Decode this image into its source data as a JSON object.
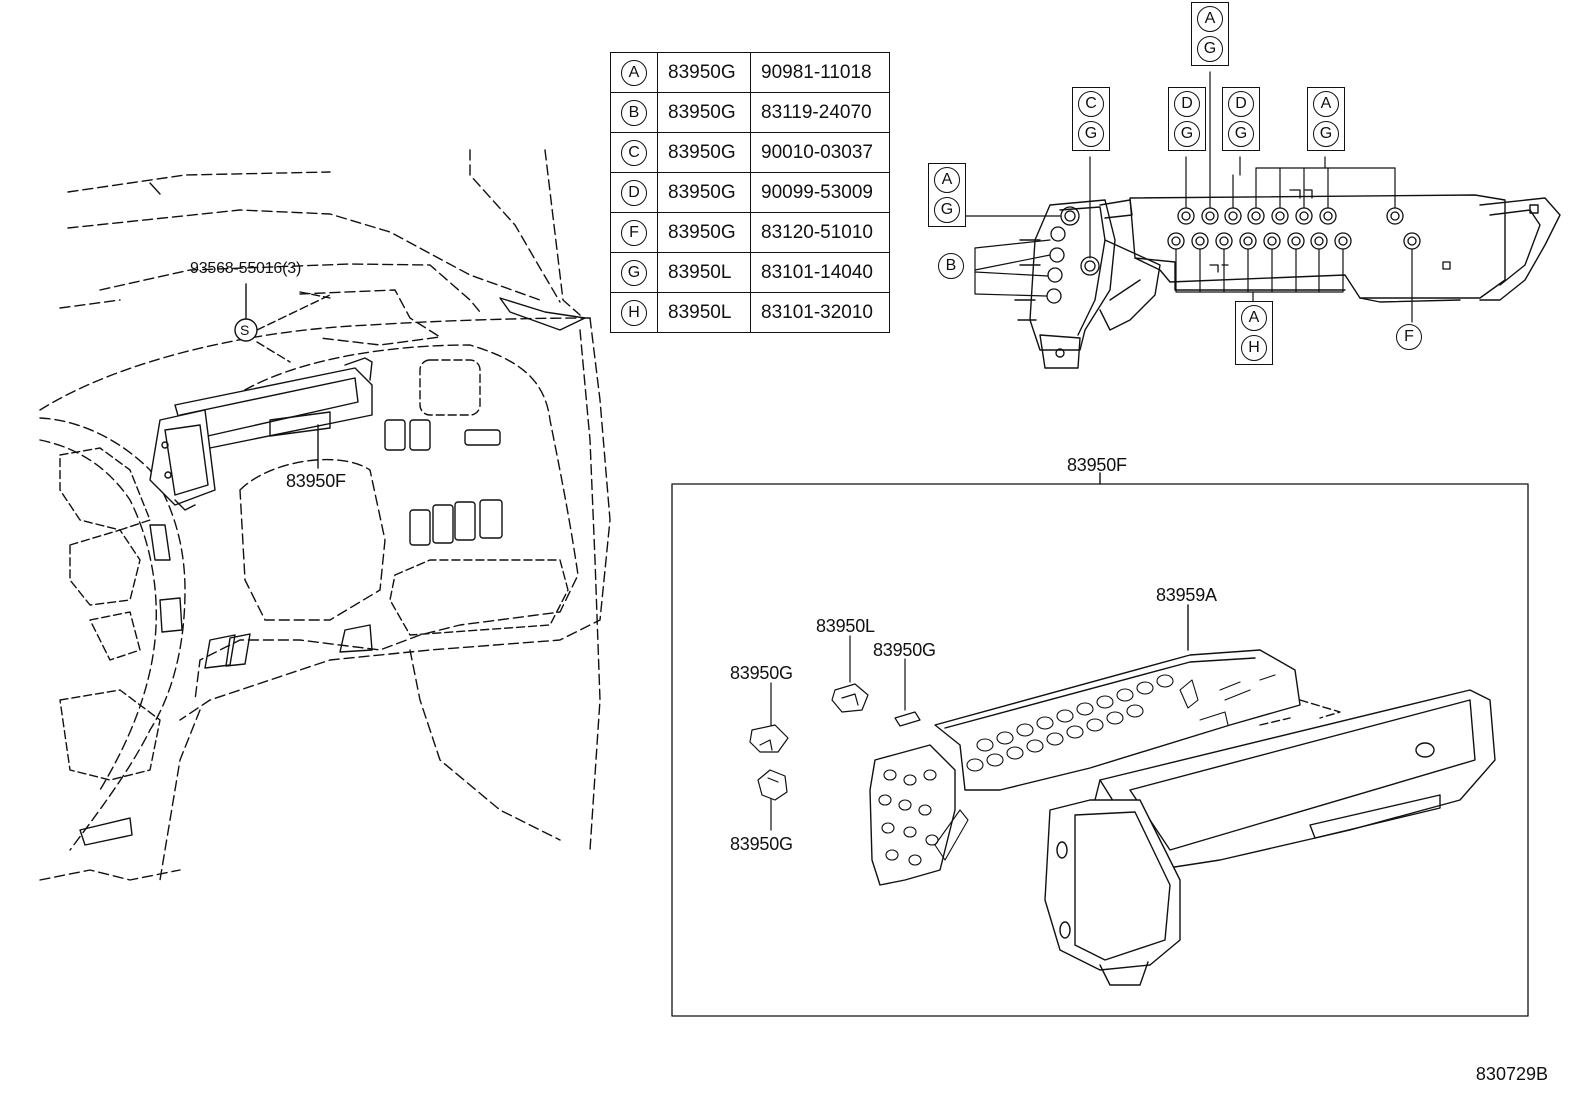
{
  "legend": {
    "rows": [
      {
        "key": "A",
        "code": "83950G",
        "part": "90981-11018"
      },
      {
        "key": "B",
        "code": "83950G",
        "part": "83119-24070"
      },
      {
        "key": "C",
        "code": "83950G",
        "part": "90010-03037"
      },
      {
        "key": "D",
        "code": "83950G",
        "part": "90099-53009"
      },
      {
        "key": "F",
        "code": "83950G",
        "part": "83120-51010"
      },
      {
        "key": "G",
        "code": "83950L",
        "part": "83101-14040"
      },
      {
        "key": "H",
        "code": "83950L",
        "part": "83101-32010"
      }
    ]
  },
  "labels": {
    "screw_part": "93568-55016(3)",
    "screw_symbol": "S",
    "cluster_left": "83950F",
    "assembly_title": "83950F",
    "plate": "83959A",
    "socket_l": "83950L",
    "bulb_g": "83950G",
    "socket_g_upper": "83950G",
    "socket_g_lower": "83950G"
  },
  "tags": {
    "ag_top": [
      "A",
      "G"
    ],
    "cg": [
      "C",
      "G"
    ],
    "dg_1": [
      "D",
      "G"
    ],
    "dg_2": [
      "D",
      "G"
    ],
    "ag_right": [
      "A",
      "G"
    ],
    "ag_left": [
      "A",
      "G"
    ],
    "b_left": [
      "B"
    ],
    "ah_bottom": [
      "A",
      "H"
    ],
    "f_bottom": [
      "F"
    ]
  },
  "figure_id": "830729B"
}
